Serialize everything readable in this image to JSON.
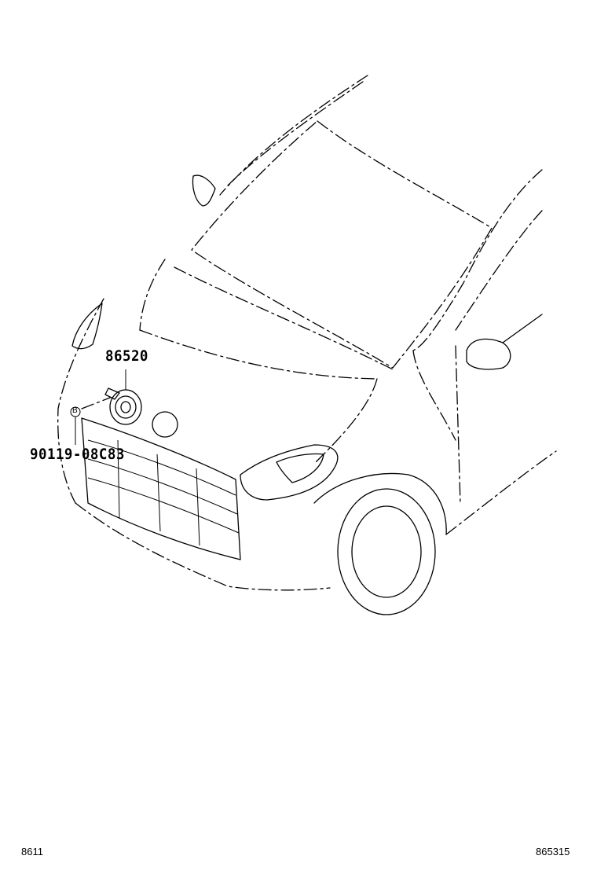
{
  "callouts": {
    "horn": "86520",
    "fastener": "90119-08C83",
    "fastener_marker": "B"
  },
  "footer": {
    "left_code": "8611",
    "right_code": "865315"
  }
}
